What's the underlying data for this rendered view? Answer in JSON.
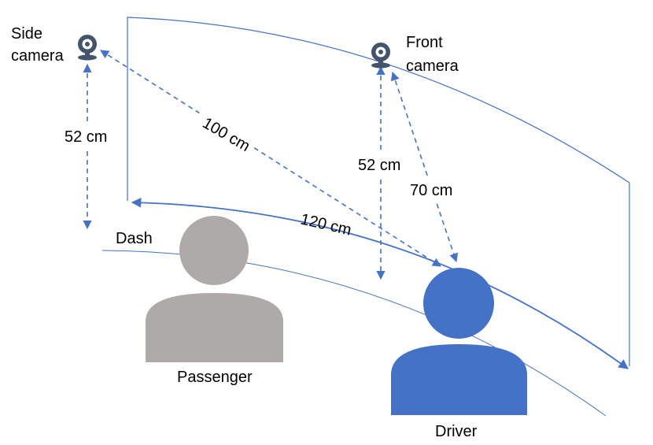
{
  "labels": {
    "side_camera_line1": "Side",
    "side_camera_line2": "camera",
    "front_camera_line1": "Front",
    "front_camera_line2": "camera",
    "dash": "Dash",
    "passenger": "Passenger",
    "driver": "Driver"
  },
  "measurements": {
    "side_cam_to_dash": "52 cm",
    "side_cam_to_driver": "100 cm",
    "front_cam_to_dash": "52 cm",
    "front_cam_to_driver": "70 cm",
    "dash_width": "120 cm"
  },
  "colors": {
    "line_blue": "#4472c4",
    "passenger_gray": "#aeaaaa",
    "driver_blue": "#4472c4",
    "camera_dark": "#44546a"
  },
  "icons": {
    "side_camera": "webcam-icon",
    "front_camera": "webcam-icon"
  }
}
